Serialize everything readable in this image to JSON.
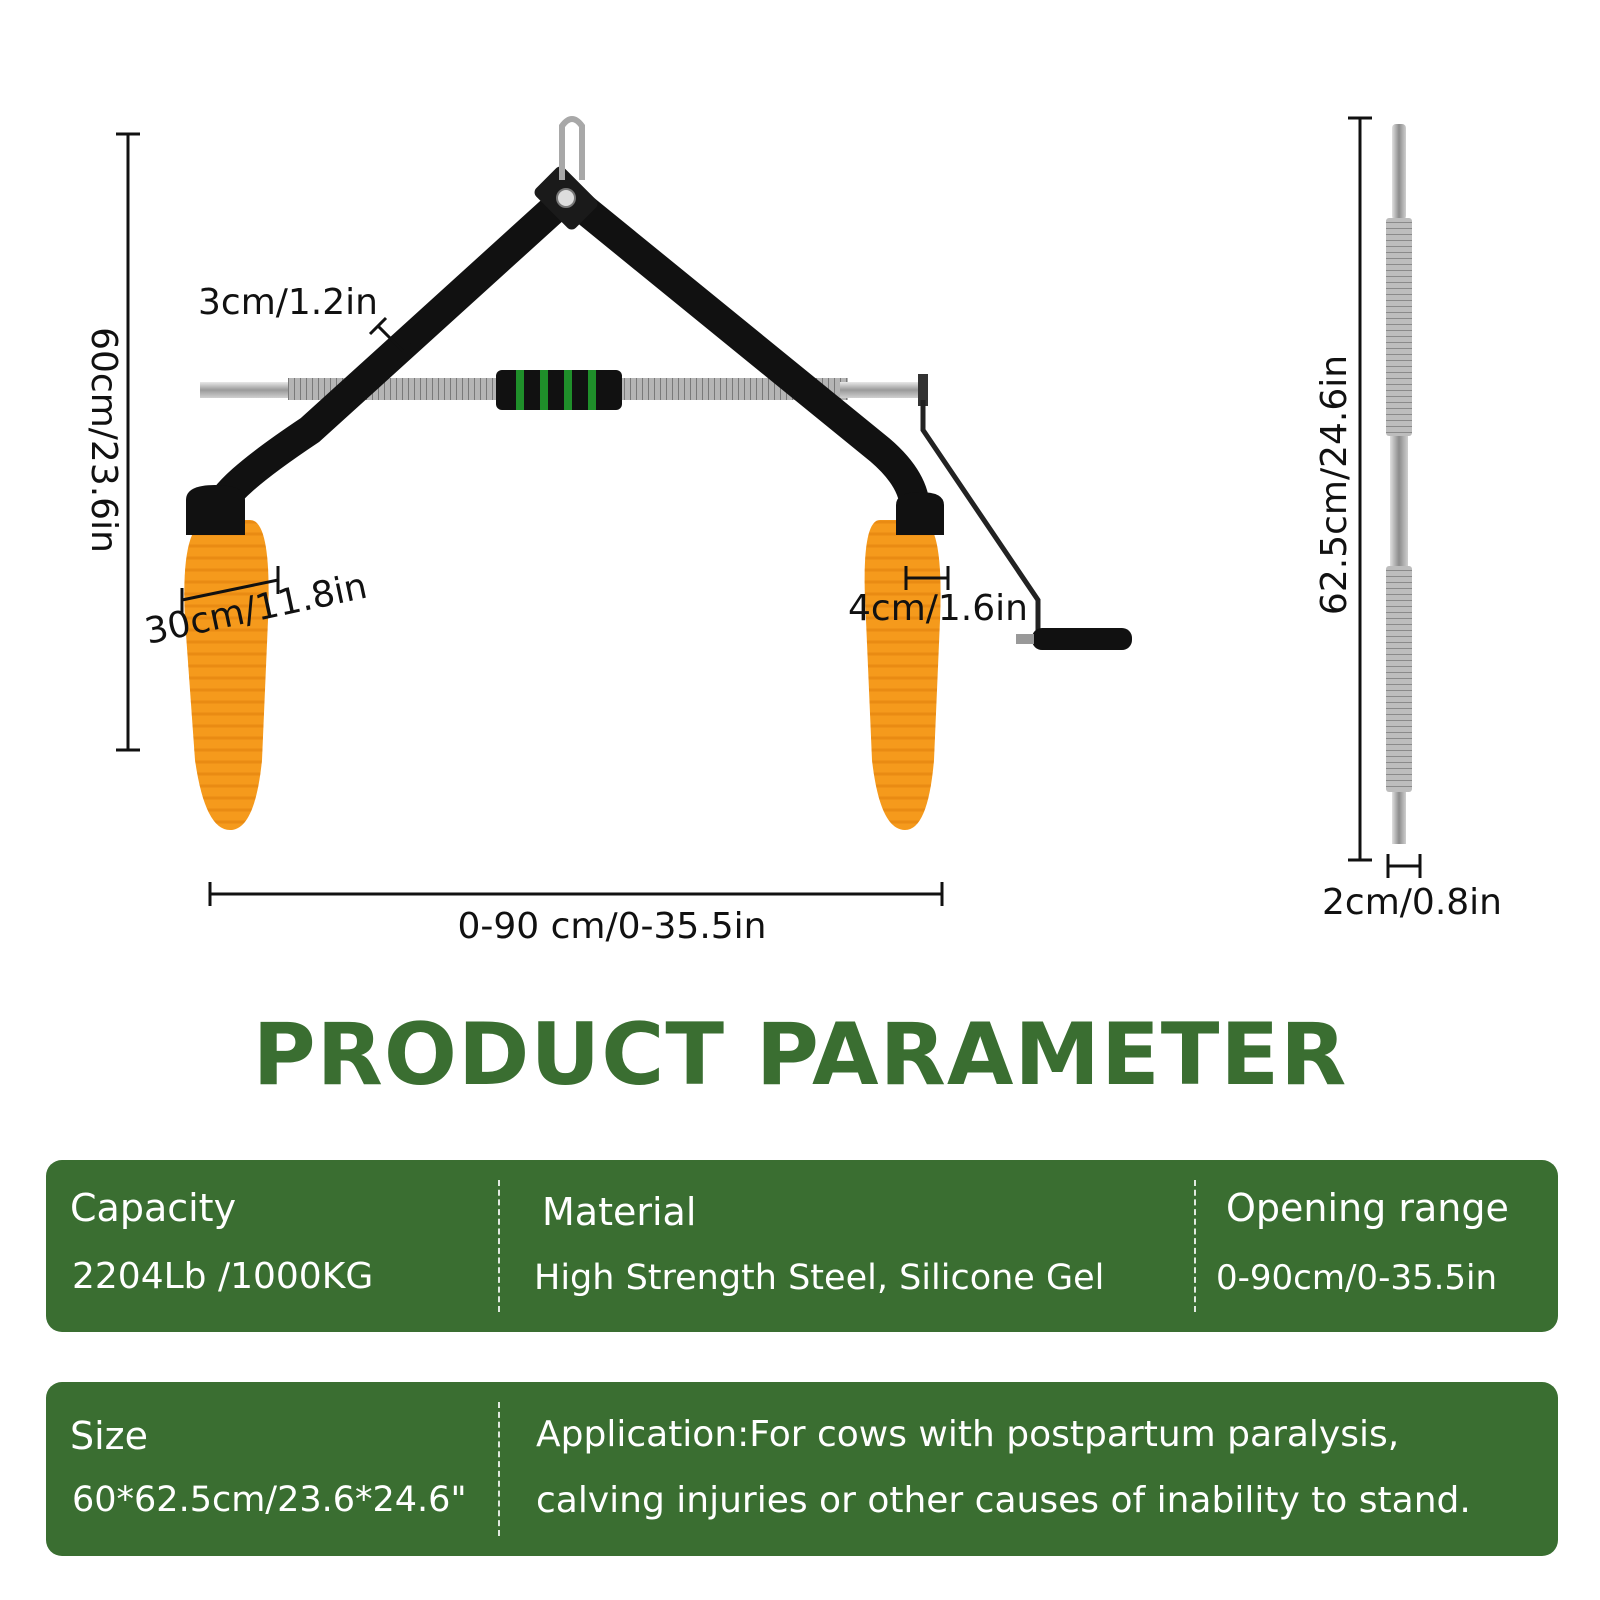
{
  "dimensions": {
    "height": "60cm/23.6in",
    "tube": "3cm/1.2in",
    "clamp_width": "30cm/11.8in",
    "pad_width": "4cm/1.6in",
    "opening": "0-90 cm/0-35.5in",
    "rod_length": "62.5cm/24.6in",
    "rod_diameter": "2cm/0.8in"
  },
  "title": "PRODUCT PARAMETER",
  "params": {
    "capacity_label": "Capacity",
    "capacity_value": "2204Lb /1000KG",
    "material_label": "Material",
    "material_value": "High Strength Steel, Silicone Gel",
    "opening_label": "Opening range",
    "opening_value": "0-90cm/0-35.5in",
    "size_label": "Size",
    "size_value": "60*62.5cm/23.6*24.6\"",
    "application_line1": "Application:For cows with postpartum paralysis,",
    "application_line2": "calving injuries or other causes of inability to stand."
  },
  "colors": {
    "brand_green": "#3a6e31",
    "pad_orange": "#f59a1c",
    "frame_black": "#111111",
    "grip_green": "#1f8f2a"
  }
}
